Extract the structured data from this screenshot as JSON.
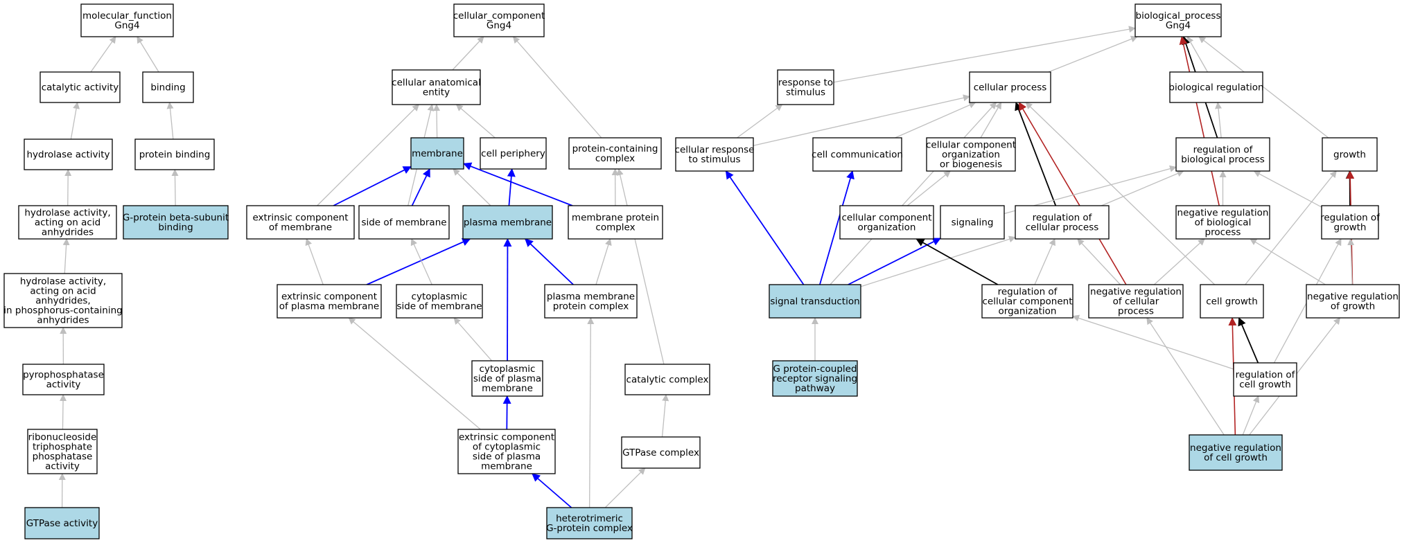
{
  "colors": {
    "highlight_fill": "#add8e6",
    "node_fill": "#ffffff",
    "node_stroke": "#000000",
    "edge_gray": "#bebebe",
    "edge_blue": "#0000ff",
    "edge_black": "#000000",
    "edge_red": "#b22222"
  },
  "nodes": [
    {
      "id": "mf",
      "lines": [
        "molecular_function",
        "Gng4"
      ],
      "hl": false
    },
    {
      "id": "catalytic",
      "lines": [
        "catalytic activity"
      ],
      "hl": false
    },
    {
      "id": "binding",
      "lines": [
        "binding"
      ],
      "hl": false
    },
    {
      "id": "hydrolase",
      "lines": [
        "hydrolase activity"
      ],
      "hl": false
    },
    {
      "id": "protbind",
      "lines": [
        "protein binding"
      ],
      "hl": false
    },
    {
      "id": "hydacid",
      "lines": [
        "hydrolase activity,",
        "acting on acid",
        "anhydrides"
      ],
      "hl": false
    },
    {
      "id": "gpbeta",
      "lines": [
        "G-protein beta-subunit",
        "binding"
      ],
      "hl": true
    },
    {
      "id": "hydphos",
      "lines": [
        "hydrolase activity,",
        "acting on acid",
        "anhydrides,",
        "in phosphorus-containing",
        "anhydrides"
      ],
      "hl": false
    },
    {
      "id": "pyro",
      "lines": [
        "pyrophosphatase",
        "activity"
      ],
      "hl": false
    },
    {
      "id": "ntp",
      "lines": [
        "ribonucleoside",
        "triphosphate",
        "phosphatase",
        "activity"
      ],
      "hl": false
    },
    {
      "id": "gtpase",
      "lines": [
        "GTPase activity"
      ],
      "hl": true
    },
    {
      "id": "cc",
      "lines": [
        "cellular_component",
        "Gng4"
      ],
      "hl": false
    },
    {
      "id": "cae",
      "lines": [
        "cellular anatomical",
        "entity"
      ],
      "hl": false
    },
    {
      "id": "membrane",
      "lines": [
        "membrane"
      ],
      "hl": true
    },
    {
      "id": "periphery",
      "lines": [
        "cell periphery"
      ],
      "hl": false
    },
    {
      "id": "pcc",
      "lines": [
        "protein-containing",
        "complex"
      ],
      "hl": false
    },
    {
      "id": "extmem",
      "lines": [
        "extrinsic component",
        "of membrane"
      ],
      "hl": false
    },
    {
      "id": "sidemem",
      "lines": [
        "side of membrane"
      ],
      "hl": false
    },
    {
      "id": "plasma",
      "lines": [
        "plasma membrane"
      ],
      "hl": true
    },
    {
      "id": "mpc",
      "lines": [
        "membrane protein",
        "complex"
      ],
      "hl": false
    },
    {
      "id": "extpm",
      "lines": [
        "extrinsic component",
        "of plasma membrane"
      ],
      "hl": false
    },
    {
      "id": "cytside",
      "lines": [
        "cytoplasmic",
        "side of membrane"
      ],
      "hl": false
    },
    {
      "id": "pmpc",
      "lines": [
        "plasma membrane",
        "protein complex"
      ],
      "hl": false
    },
    {
      "id": "cytpm",
      "lines": [
        "cytoplasmic",
        "side of plasma",
        "membrane"
      ],
      "hl": false
    },
    {
      "id": "catcomplex",
      "lines": [
        "catalytic complex"
      ],
      "hl": false
    },
    {
      "id": "extcyt",
      "lines": [
        "extrinsic component",
        "of cytoplasmic",
        "side of plasma",
        "membrane"
      ],
      "hl": false
    },
    {
      "id": "gtpcomplex",
      "lines": [
        "GTPase complex"
      ],
      "hl": false
    },
    {
      "id": "hetero",
      "lines": [
        "heterotrimeric",
        "G-protein complex"
      ],
      "hl": true
    },
    {
      "id": "bp",
      "lines": [
        "biological_process",
        "Gng4"
      ],
      "hl": false
    },
    {
      "id": "rts",
      "lines": [
        "response to",
        "stimulus"
      ],
      "hl": false
    },
    {
      "id": "cellproc",
      "lines": [
        "cellular process"
      ],
      "hl": false
    },
    {
      "id": "bioreg",
      "lines": [
        "biological regulation"
      ],
      "hl": false
    },
    {
      "id": "crs",
      "lines": [
        "cellular response",
        "to stimulus"
      ],
      "hl": false
    },
    {
      "id": "cellcomm",
      "lines": [
        "cell communication"
      ],
      "hl": false
    },
    {
      "id": "ccob",
      "lines": [
        "cellular component",
        "organization",
        "or biogenesis"
      ],
      "hl": false
    },
    {
      "id": "rbp",
      "lines": [
        "regulation of",
        "biological process"
      ],
      "hl": false
    },
    {
      "id": "growth",
      "lines": [
        "growth"
      ],
      "hl": false
    },
    {
      "id": "cco",
      "lines": [
        "cellular component",
        "organization"
      ],
      "hl": false
    },
    {
      "id": "signaling",
      "lines": [
        "signaling"
      ],
      "hl": false
    },
    {
      "id": "rcp",
      "lines": [
        "regulation of",
        "cellular process"
      ],
      "hl": false
    },
    {
      "id": "nrbp",
      "lines": [
        "negative regulation",
        "of biological",
        "process"
      ],
      "hl": false
    },
    {
      "id": "rog",
      "lines": [
        "regulation of",
        "growth"
      ],
      "hl": false
    },
    {
      "id": "sigtrans",
      "lines": [
        "signal transduction"
      ],
      "hl": true
    },
    {
      "id": "rccco",
      "lines": [
        "regulation of",
        "cellular component",
        "organization"
      ],
      "hl": false
    },
    {
      "id": "nrcp",
      "lines": [
        "negative regulation",
        "of cellular",
        "process"
      ],
      "hl": false
    },
    {
      "id": "cellgrowth",
      "lines": [
        "cell growth"
      ],
      "hl": false
    },
    {
      "id": "nrg",
      "lines": [
        "negative regulation",
        "of growth"
      ],
      "hl": false
    },
    {
      "id": "gpcr",
      "lines": [
        "G protein-coupled",
        "receptor signaling",
        "pathway"
      ],
      "hl": true
    },
    {
      "id": "rcg",
      "lines": [
        "regulation of",
        "cell growth"
      ],
      "hl": false
    },
    {
      "id": "nrcg",
      "lines": [
        "negative regulation",
        "of cell growth"
      ],
      "hl": true
    }
  ],
  "edges": [
    {
      "from": "catalytic",
      "to": "mf",
      "color": "gray"
    },
    {
      "from": "binding",
      "to": "mf",
      "color": "gray"
    },
    {
      "from": "hydrolase",
      "to": "catalytic",
      "color": "gray"
    },
    {
      "from": "protbind",
      "to": "binding",
      "color": "gray"
    },
    {
      "from": "hydacid",
      "to": "hydrolase",
      "color": "gray"
    },
    {
      "from": "gpbeta",
      "to": "protbind",
      "color": "gray"
    },
    {
      "from": "hydphos",
      "to": "hydacid",
      "color": "gray"
    },
    {
      "from": "pyro",
      "to": "hydphos",
      "color": "gray"
    },
    {
      "from": "ntp",
      "to": "pyro",
      "color": "gray"
    },
    {
      "from": "gtpase",
      "to": "ntp",
      "color": "gray"
    },
    {
      "from": "cae",
      "to": "cc",
      "color": "gray"
    },
    {
      "from": "pcc",
      "to": "cc",
      "color": "gray"
    },
    {
      "from": "membrane",
      "to": "cae",
      "color": "gray"
    },
    {
      "from": "periphery",
      "to": "cae",
      "color": "gray"
    },
    {
      "from": "extmem",
      "to": "cae",
      "color": "gray"
    },
    {
      "from": "sidemem",
      "to": "cae",
      "color": "gray"
    },
    {
      "from": "extmem",
      "to": "membrane",
      "color": "blue"
    },
    {
      "from": "sidemem",
      "to": "membrane",
      "color": "blue"
    },
    {
      "from": "plasma",
      "to": "membrane",
      "color": "gray"
    },
    {
      "from": "mpc",
      "to": "membrane",
      "color": "blue"
    },
    {
      "from": "plasma",
      "to": "periphery",
      "color": "blue"
    },
    {
      "from": "mpc",
      "to": "pcc",
      "color": "gray"
    },
    {
      "from": "extpm",
      "to": "extmem",
      "color": "gray"
    },
    {
      "from": "extpm",
      "to": "plasma",
      "color": "blue"
    },
    {
      "from": "cytside",
      "to": "sidemem",
      "color": "gray"
    },
    {
      "from": "pmpc",
      "to": "plasma",
      "color": "blue"
    },
    {
      "from": "pmpc",
      "to": "mpc",
      "color": "gray"
    },
    {
      "from": "cytpm",
      "to": "cytside",
      "color": "gray"
    },
    {
      "from": "cytpm",
      "to": "plasma",
      "color": "blue"
    },
    {
      "from": "catcomplex",
      "to": "pcc",
      "color": "gray"
    },
    {
      "from": "extcyt",
      "to": "extpm",
      "color": "gray"
    },
    {
      "from": "extcyt",
      "to": "cytpm",
      "color": "blue"
    },
    {
      "from": "gtpcomplex",
      "to": "catcomplex",
      "color": "gray"
    },
    {
      "from": "hetero",
      "to": "extcyt",
      "color": "blue"
    },
    {
      "from": "hetero",
      "to": "pmpc",
      "color": "gray"
    },
    {
      "from": "hetero",
      "to": "gtpcomplex",
      "color": "gray"
    },
    {
      "from": "rts",
      "to": "bp",
      "color": "gray"
    },
    {
      "from": "cellproc",
      "to": "bp",
      "color": "gray"
    },
    {
      "from": "bioreg",
      "to": "bp",
      "color": "gray"
    },
    {
      "from": "growth",
      "to": "bp",
      "color": "gray"
    },
    {
      "from": "rbp",
      "to": "bp",
      "color": "black"
    },
    {
      "from": "nrbp",
      "to": "bp",
      "color": "red"
    },
    {
      "from": "crs",
      "to": "rts",
      "color": "gray"
    },
    {
      "from": "crs",
      "to": "cellproc",
      "color": "gray"
    },
    {
      "from": "cellcomm",
      "to": "cellproc",
      "color": "gray"
    },
    {
      "from": "ccob",
      "to": "cellproc",
      "color": "gray"
    },
    {
      "from": "sigtrans",
      "to": "cellproc",
      "color": "gray"
    },
    {
      "from": "rcp",
      "to": "cellproc",
      "color": "black"
    },
    {
      "from": "nrcp",
      "to": "cellproc",
      "color": "red"
    },
    {
      "from": "cellgrowth",
      "to": "cellproc",
      "color": "gray"
    },
    {
      "from": "rbp",
      "to": "bioreg",
      "color": "gray"
    },
    {
      "from": "cco",
      "to": "ccob",
      "color": "gray"
    },
    {
      "from": "signaling",
      "to": "rbp",
      "color": "gray"
    },
    {
      "from": "rcp",
      "to": "rbp",
      "color": "gray"
    },
    {
      "from": "nrbp",
      "to": "rbp",
      "color": "gray"
    },
    {
      "from": "rog",
      "to": "rbp",
      "color": "gray"
    },
    {
      "from": "rog",
      "to": "growth",
      "color": "black"
    },
    {
      "from": "nrg",
      "to": "growth",
      "color": "red"
    },
    {
      "from": "cellgrowth",
      "to": "growth",
      "color": "gray"
    },
    {
      "from": "sigtrans",
      "to": "crs",
      "color": "blue"
    },
    {
      "from": "sigtrans",
      "to": "cellcomm",
      "color": "blue"
    },
    {
      "from": "sigtrans",
      "to": "signaling",
      "color": "blue"
    },
    {
      "from": "sigtrans",
      "to": "rcp",
      "color": "gray"
    },
    {
      "from": "rccco",
      "to": "cco",
      "color": "black"
    },
    {
      "from": "rccco",
      "to": "rcp",
      "color": "gray"
    },
    {
      "from": "nrcp",
      "to": "rcp",
      "color": "gray"
    },
    {
      "from": "nrcp",
      "to": "nrbp",
      "color": "gray"
    },
    {
      "from": "nrg",
      "to": "nrbp",
      "color": "gray"
    },
    {
      "from": "nrg",
      "to": "rog",
      "color": "gray"
    },
    {
      "from": "rcg",
      "to": "rog",
      "color": "gray"
    },
    {
      "from": "gpcr",
      "to": "sigtrans",
      "color": "gray"
    },
    {
      "from": "rcg",
      "to": "rccco",
      "color": "gray"
    },
    {
      "from": "rcg",
      "to": "cellgrowth",
      "color": "black"
    },
    {
      "from": "nrcg",
      "to": "nrcp",
      "color": "gray"
    },
    {
      "from": "nrcg",
      "to": "cellgrowth",
      "color": "red"
    },
    {
      "from": "nrcg",
      "to": "rcg",
      "color": "gray"
    },
    {
      "from": "nrcg",
      "to": "nrg",
      "color": "gray"
    }
  ]
}
